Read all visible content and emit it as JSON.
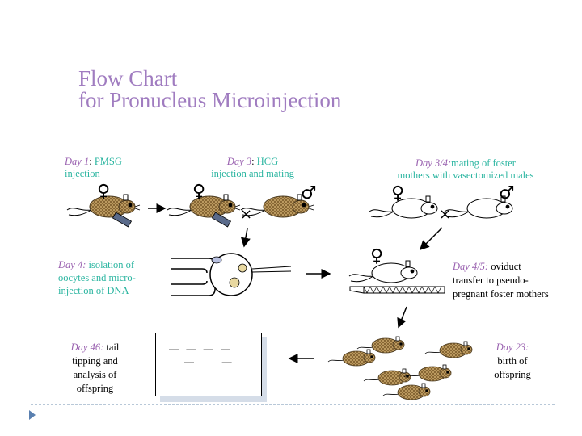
{
  "title": {
    "line1": "Flow Chart",
    "line2": "for Pronucleus Microinjection"
  },
  "steps": {
    "day1": {
      "day": "Day 1",
      "sep": ": ",
      "text1": "PMSG",
      "text2": "injection"
    },
    "day3": {
      "day": "Day 3",
      "sep": ": ",
      "text1": "HCG",
      "text2": "injection and mating"
    },
    "day34": {
      "day": "Day 3/4:",
      "text1": "mating of foster",
      "text2": "mothers with vasectomized males"
    },
    "day4": {
      "day": "Day 4:",
      "text1": " isolation of",
      "text2": "oocytes and micro-",
      "text3": "injection of DNA"
    },
    "day45": {
      "day": "Day 4/5:",
      "text1": " oviduct",
      "text2": "transfer to pseudo-",
      "text3": "pregnant foster mothers"
    },
    "day23": {
      "day": "Day 23:",
      "text1": "birth of",
      "text2": "offspring"
    },
    "day46": {
      "day": "Day 46:",
      "text1": " tail",
      "text2": "tipping and",
      "text3": "analysis of",
      "text4": "offspring"
    }
  },
  "gel": {
    "row1": "— — — —",
    "row2": "   —     —"
  },
  "symbols": {
    "female": "♀",
    "male": "♂",
    "cross": "×"
  },
  "colors": {
    "title": "#a07cc0",
    "day": "#9a62b0",
    "teal": "#2ab5a0",
    "mouse_fill": "#c8a66a",
    "mouse_stroke": "#4a3a20"
  },
  "footer": {
    "icon": "triangle-bullet-icon"
  }
}
